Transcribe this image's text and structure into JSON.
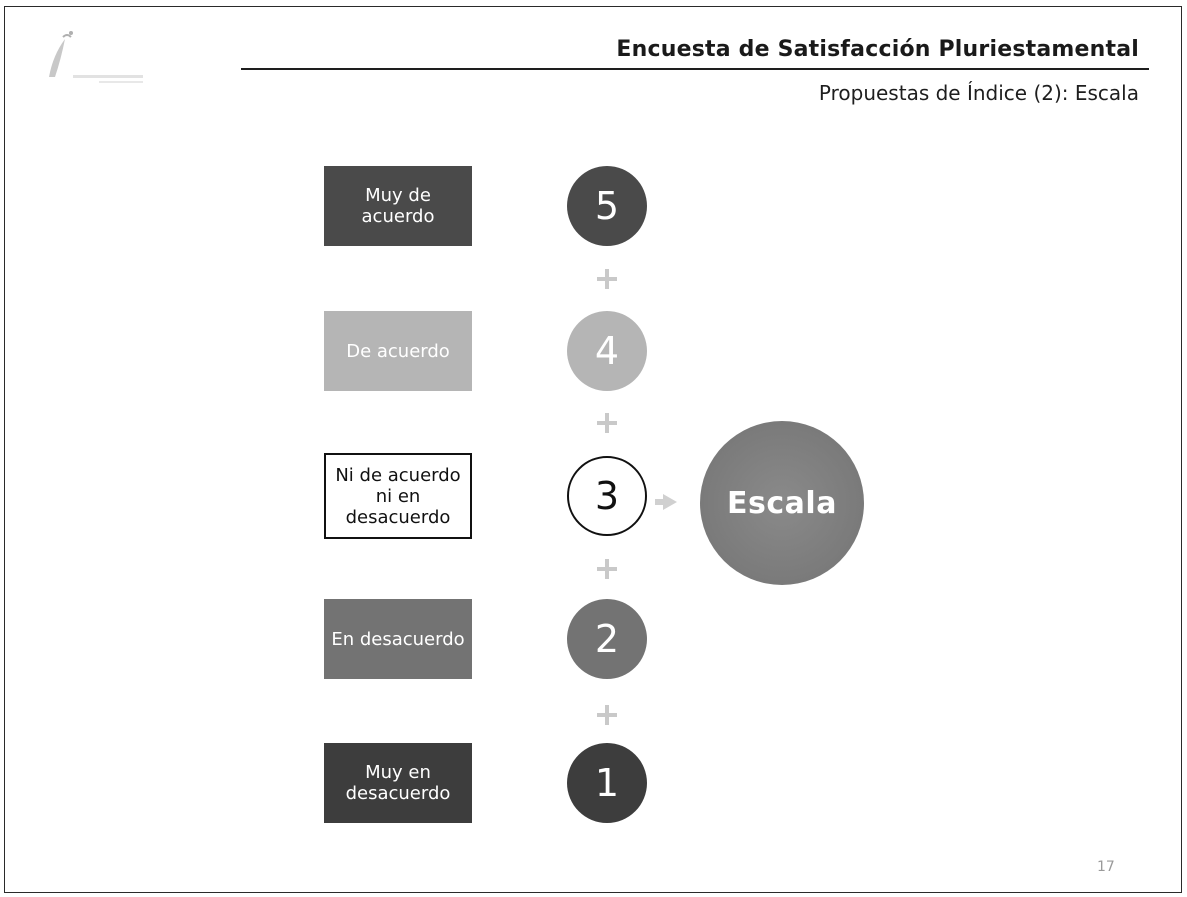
{
  "header": {
    "title": "Encuesta de Satisfacción Pluriestamental",
    "subtitle": "Propuestas de Índice (2): Escala"
  },
  "scale": [
    {
      "value": "5",
      "label_lines": [
        "Muy de",
        "acuerdo"
      ],
      "color": "#4a4a4a"
    },
    {
      "value": "4",
      "label_lines": [
        "De acuerdo"
      ],
      "color": "#b5b5b5"
    },
    {
      "value": "3",
      "label_lines": [
        "Ni de acuerdo",
        "ni en",
        "desacuerdo"
      ],
      "color": "#ffffff"
    },
    {
      "value": "2",
      "label_lines": [
        "En desacuerdo"
      ],
      "color": "#737373"
    },
    {
      "value": "1",
      "label_lines": [
        "Muy en",
        "desacuerdo"
      ],
      "color": "#3d3d3d"
    }
  ],
  "result": {
    "label": "Escala",
    "color": "#7a7a7a"
  },
  "page_number": "17"
}
